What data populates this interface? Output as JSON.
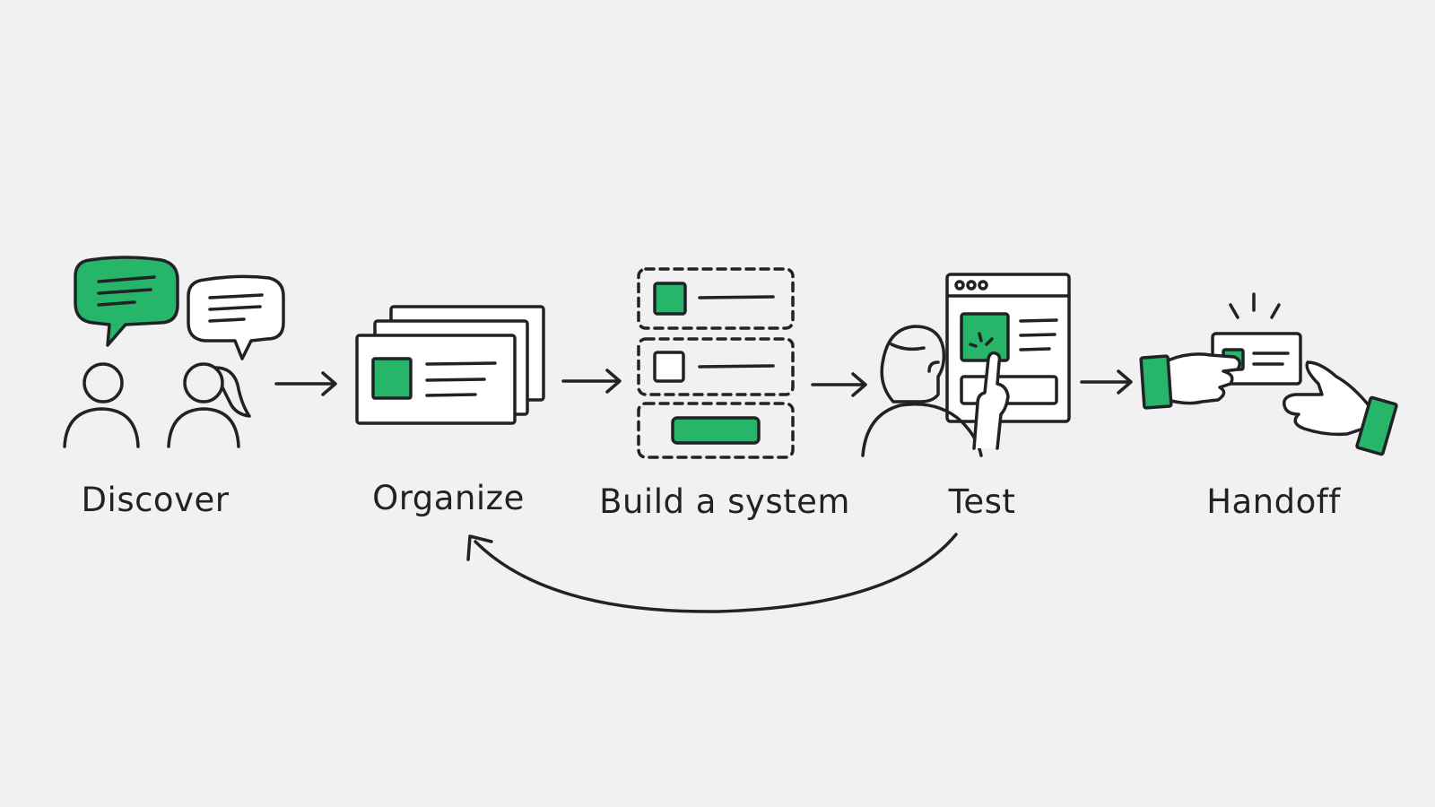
{
  "colors": {
    "background": "#F1F1F2",
    "ink": "#1F2326",
    "accent": "#27B56A"
  },
  "steps": [
    {
      "id": "discover",
      "label": "Discover",
      "icon": "conversation-icon"
    },
    {
      "id": "organize",
      "label": "Organize",
      "icon": "stacked-cards-icon"
    },
    {
      "id": "build",
      "label": "Build a system",
      "icon": "component-system-icon"
    },
    {
      "id": "test",
      "label": "Test",
      "icon": "user-testing-icon"
    },
    {
      "id": "handoff",
      "label": "Handoff",
      "icon": "handoff-icon"
    }
  ],
  "connectors": [
    {
      "from": "discover",
      "to": "organize",
      "type": "arrow"
    },
    {
      "from": "organize",
      "to": "build",
      "type": "arrow"
    },
    {
      "from": "build",
      "to": "test",
      "type": "arrow"
    },
    {
      "from": "test",
      "to": "handoff",
      "type": "arrow"
    },
    {
      "from": "test",
      "to": "organize",
      "type": "loop-back-arrow"
    }
  ]
}
